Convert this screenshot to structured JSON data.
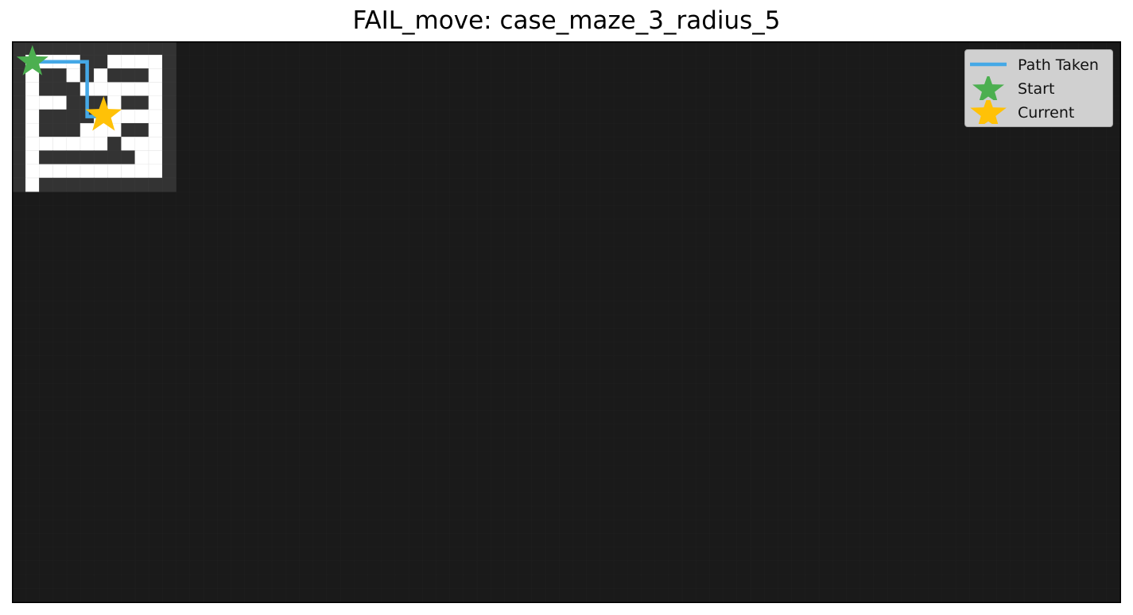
{
  "title": "FAIL_move: case_maze_3_radius_5",
  "maze": {
    "rows": [
      "############",
      "#....##....#",
      "#.##.#.###.#",
      "#.###......#",
      "#...###.##.#",
      "#.####.....#",
      "#.###...##.#",
      "#......#...#",
      "#.#######..#",
      "#...... ...#",
      "#.##########"
    ],
    "start": {
      "row": 1,
      "col": 1
    },
    "current": {
      "row": 5,
      "col": 6
    },
    "path": [
      {
        "row": 1,
        "col": 1
      },
      {
        "row": 1,
        "col": 2
      },
      {
        "row": 1,
        "col": 3
      },
      {
        "row": 1,
        "col": 4
      },
      {
        "row": 1,
        "col": 5
      },
      {
        "row": 2,
        "col": 5
      },
      {
        "row": 3,
        "col": 5
      },
      {
        "row": 4,
        "col": 5
      },
      {
        "row": 5,
        "col": 5
      },
      {
        "row": 5,
        "col": 6
      }
    ]
  },
  "legend": {
    "path_label": "Path Taken",
    "start_label": "Start",
    "current_label": "Current"
  },
  "colors": {
    "unexplored": "#1a1a1a",
    "wall": "#333333",
    "open": "#ffffff",
    "path": "#45a8e6",
    "start": "#4caf50",
    "current": "#ffc107"
  }
}
